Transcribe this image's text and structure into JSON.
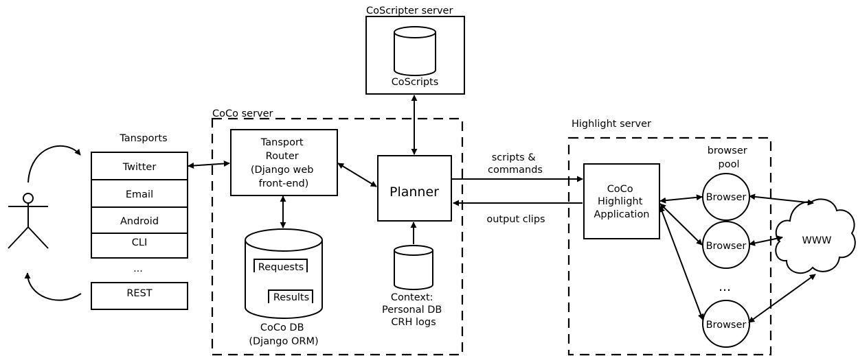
{
  "coscripter": {
    "server_label": "CoScripter server",
    "db_label": "CoScripts"
  },
  "coco_server": {
    "label": "CoCo server",
    "router_lines": [
      "Tansport",
      "Router",
      "(Django web",
      "front-end)"
    ],
    "planner": "Planner",
    "db": {
      "requests": "Requests",
      "results": "Results",
      "caption_lines": [
        "CoCo DB",
        "(Django ORM)"
      ]
    },
    "context_lines": [
      "Context:",
      "Personal DB",
      "CRH logs"
    ]
  },
  "transports": {
    "heading": "Tansports",
    "items": [
      "Twitter",
      "Email",
      "Android",
      "CLI"
    ],
    "ellipsis": "...",
    "rest": "REST"
  },
  "flows": {
    "scripts_lines": [
      "scripts &",
      "commands"
    ],
    "output": "output clips"
  },
  "highlight": {
    "server_label": "Highlight server",
    "app_lines": [
      "CoCo",
      "Highlight",
      "Application"
    ],
    "pool_lines": [
      "browser",
      "pool"
    ],
    "browsers": [
      "Browser",
      "Browser",
      "Browser"
    ],
    "ellipsis": "...",
    "www": "WWW"
  }
}
